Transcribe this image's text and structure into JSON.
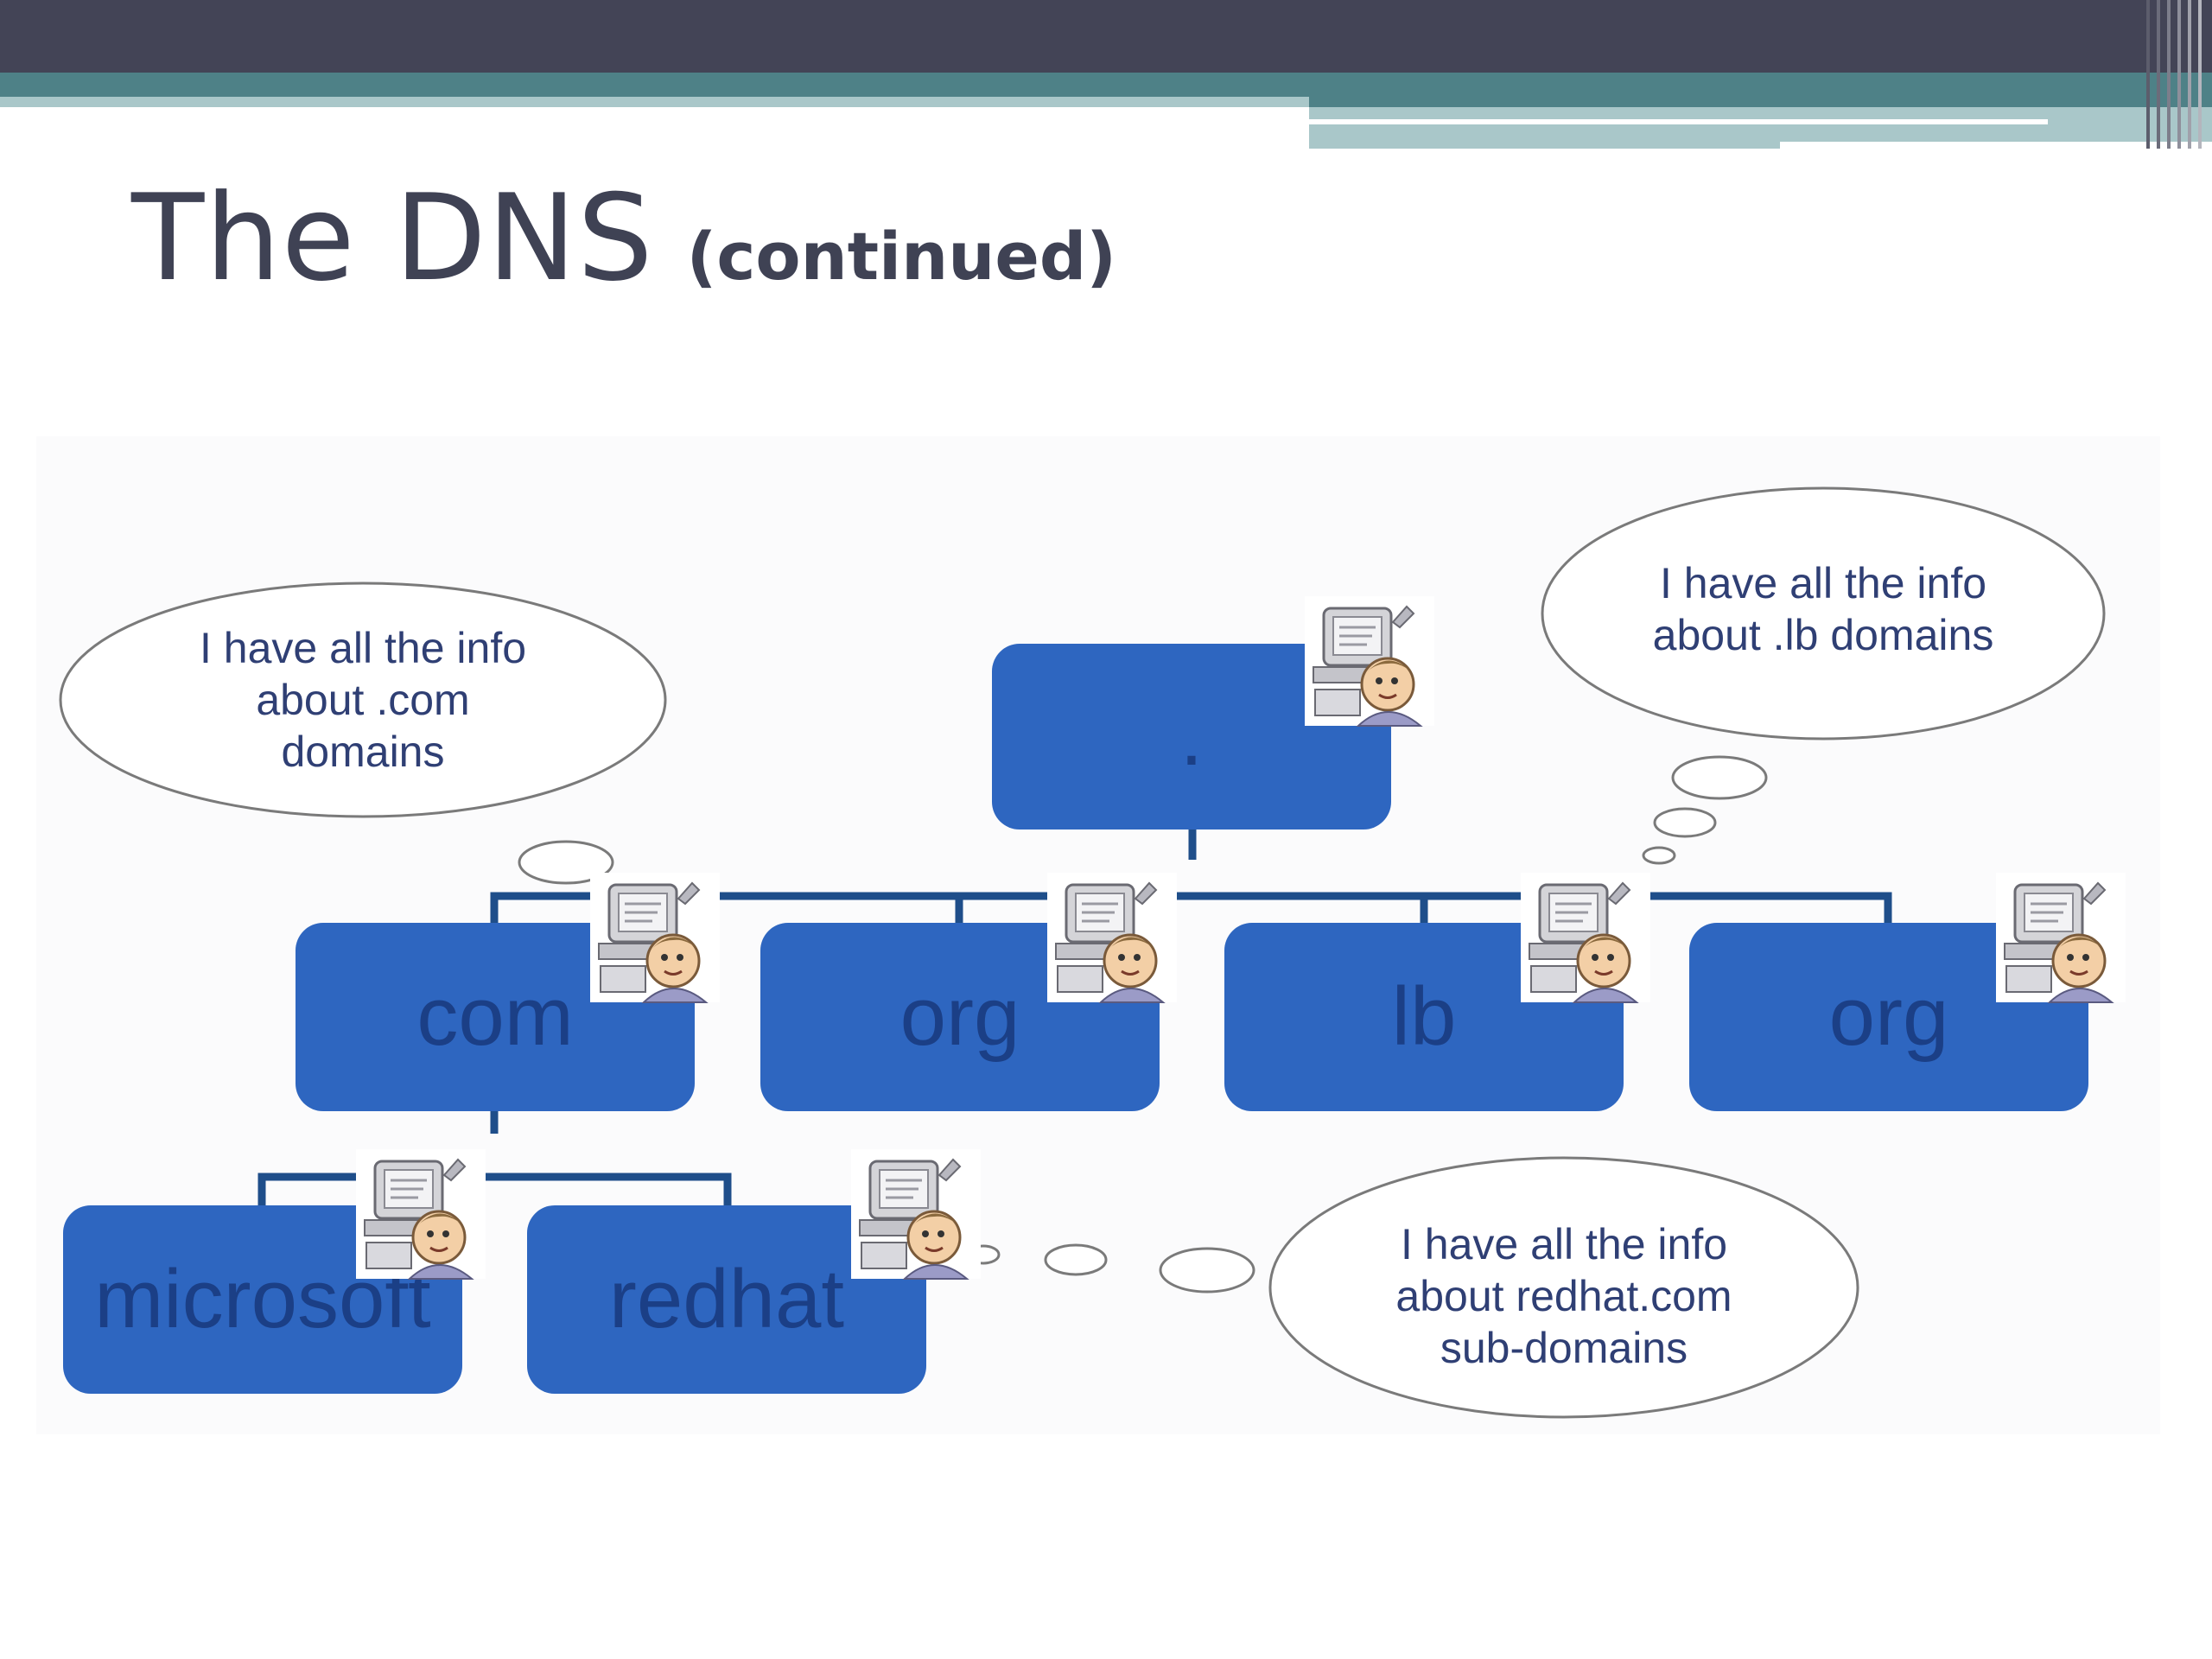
{
  "slide": {
    "title": "The DNS",
    "subtitle": "(continued)"
  },
  "diagram": {
    "nodes": [
      {
        "id": "root",
        "label": "."
      },
      {
        "id": "com",
        "label": "com"
      },
      {
        "id": "org1",
        "label": "org"
      },
      {
        "id": "lb",
        "label": "lb"
      },
      {
        "id": "org2",
        "label": "org"
      },
      {
        "id": "microsoft",
        "label": "microsoft"
      },
      {
        "id": "redhat",
        "label": "redhat"
      }
    ],
    "edges": [
      {
        "from": "root",
        "to": "com"
      },
      {
        "from": "root",
        "to": "org1"
      },
      {
        "from": "root",
        "to": "lb"
      },
      {
        "from": "root",
        "to": "org2"
      },
      {
        "from": "com",
        "to": "microsoft"
      },
      {
        "from": "com",
        "to": "redhat"
      }
    ],
    "server_icon": "computer-user-icon",
    "bubbles": [
      {
        "id": "com-bubble",
        "lines": [
          "I have all the info",
          "about .com",
          "domains"
        ]
      },
      {
        "id": "lb-bubble",
        "lines": [
          "I have all the info",
          "about .lb domains"
        ]
      },
      {
        "id": "redhat-bubble",
        "lines": [
          "I have all the info",
          "about redhat.com",
          "sub-domains"
        ]
      }
    ]
  },
  "colors": {
    "header_dark": "#434456",
    "header_teal": "#4e8187",
    "header_light": "#a9c7c9",
    "node_fill": "#2e66c0",
    "node_text": "#1b3f86",
    "connector": "#1f4e8a"
  }
}
